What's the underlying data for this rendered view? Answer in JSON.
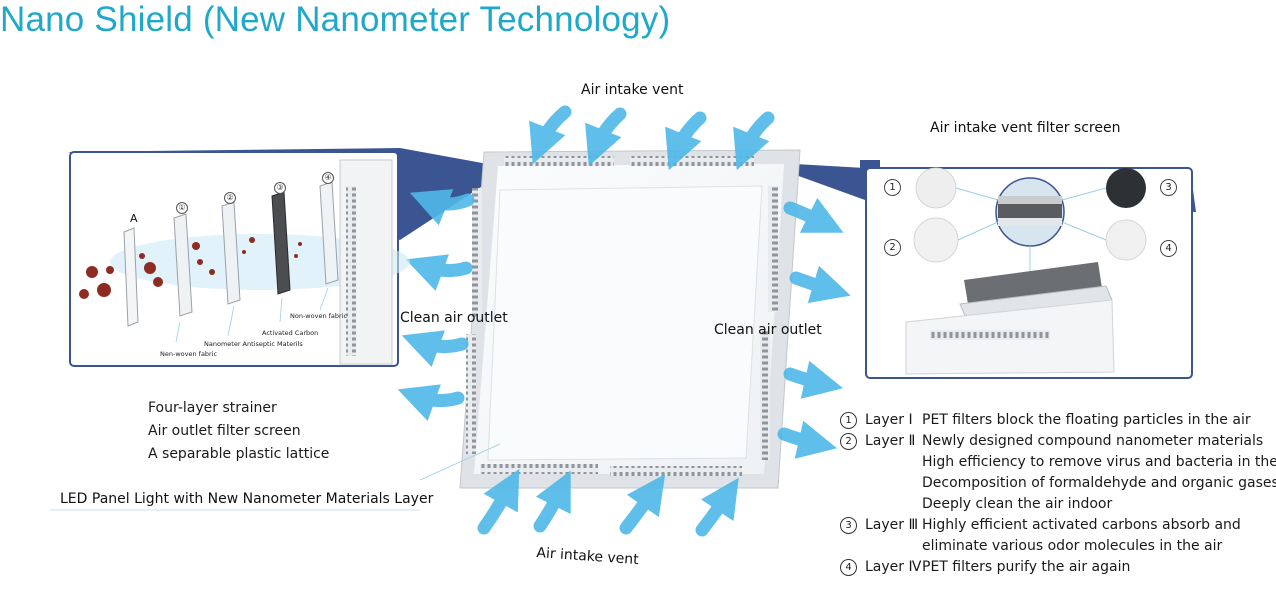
{
  "title": "Nano Shield (New Nanometer Technology)",
  "labels": {
    "air_intake_top": "Air intake vent",
    "air_intake_bottom": "Air intake vent",
    "filter_screen": "Air intake vent filter screen",
    "clean_left": "Clean air outlet",
    "clean_right": "Clean air outlet",
    "led_panel": "LED Panel Light with New Nanometer Materials Layer"
  },
  "left_inset": {
    "letter_a": "A",
    "layer_numbers": [
      "①",
      "②",
      "③",
      "④"
    ],
    "materials": {
      "non_woven_top": "Non-woven fabric",
      "activated_carbon": "Activated Carbon",
      "nanometer_antiseptic": "Nanometer Antiseptic Materils",
      "non_woven_bottom": "Nen-woven fabric"
    }
  },
  "right_inset": {
    "numbers": [
      "1",
      "2",
      "3",
      "4"
    ]
  },
  "strainer": [
    "Four-layer strainer",
    "Air outlet filter screen",
    "A separable plastic lattice"
  ],
  "layers": [
    {
      "num": "1",
      "name": "Layer Ⅰ",
      "lines": [
        "PET filters block the floating particles in the air"
      ]
    },
    {
      "num": "2",
      "name": "Layer Ⅱ",
      "lines": [
        "Newly designed compound nanometer materials",
        "High efficiency to remove virus and bacteria in the air",
        "Decomposition of formaldehyde and organic gases",
        "Deeply clean the air indoor"
      ]
    },
    {
      "num": "3",
      "name": "Layer Ⅲ",
      "lines": [
        "Highly efficient activated carbons absorb and",
        "eliminate various odor molecules in the air"
      ]
    },
    {
      "num": "4",
      "name": "Layer Ⅳ",
      "lines": [
        "PET filters purify the air again"
      ]
    }
  ],
  "colors": {
    "title": "#1fa8c9",
    "navy": "#3b5592",
    "arrow": "#4fb8e8"
  }
}
